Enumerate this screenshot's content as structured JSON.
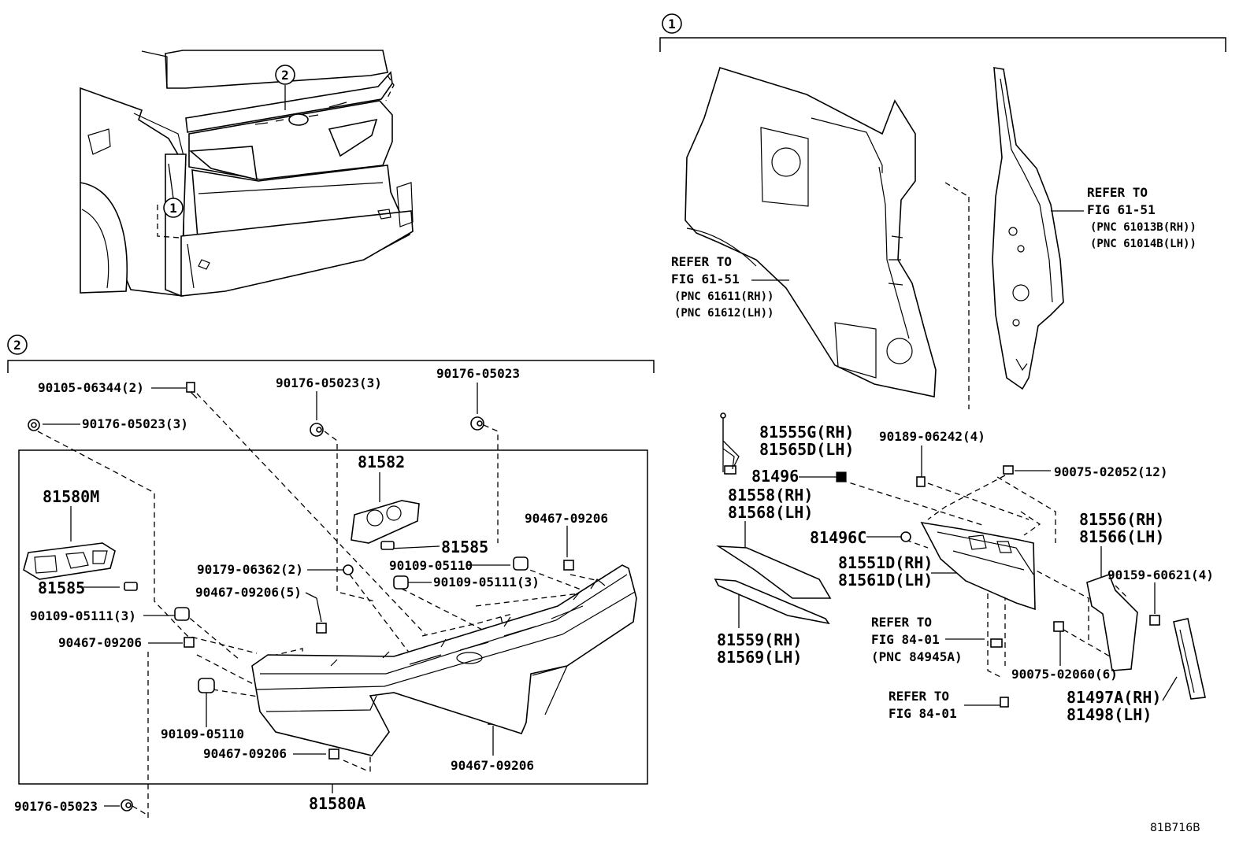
{
  "callouts": {
    "one": "1",
    "two": "2"
  },
  "section_two": {
    "bumper_assy": "81580A",
    "labels": {
      "l1": "90105-06344(2)",
      "l2": "90176-05023(3)",
      "l3": "90176-05023(3)",
      "l4": "90176-05023",
      "l5": "81582",
      "l6": "81580M",
      "l7": "90467-09206",
      "l8": "81585",
      "l9": "90109-05110",
      "l10": "90179-06362(2)",
      "l11": "90109-05111(3)",
      "l12": "81585",
      "l13": "90467-09206(5)",
      "l14": "90109-05111(3)",
      "l15": "90467-09206",
      "l16": "90109-05110",
      "l17": "90467-09206",
      "l18": "90467-09206",
      "l19": "90176-05023"
    }
  },
  "section_one": {
    "refer_left": {
      "line1": "REFER TO",
      "line2": "FIG 61-51",
      "line3": "(PNC 61611(RH))",
      "line4": "(PNC 61612(LH))"
    },
    "refer_right": {
      "line1": "REFER TO",
      "line2": "FIG 61-51",
      "line3": "(PNC 61013B(RH))",
      "line4": "(PNC 61014B(LH))"
    },
    "refer_84_a": {
      "line1": "REFER TO",
      "line2": "FIG 84-01",
      "line3": "(PNC 84945A)"
    },
    "refer_84_b": {
      "line1": "REFER TO",
      "line2": "FIG 84-01"
    },
    "labels": {
      "m1": "81555G(RH)",
      "m2": "81565D(LH)",
      "m3": "90189-06242(4)",
      "m4": "81496",
      "m5": "90075-02052(12)",
      "m6": "81558(RH)",
      "m7": "81568(LH)",
      "m8": "81556(RH)",
      "m9": "81566(LH)",
      "m10": "81496C",
      "m11": "81551D(RH)",
      "m12": "81561D(LH)",
      "m13": "90159-60621(4)",
      "m14": "81559(RH)",
      "m15": "81569(LH)",
      "m16": "90075-02060(6)",
      "m17": "81497A(RH)",
      "m18": "81498(LH)"
    }
  },
  "figure_code": "81B716B"
}
